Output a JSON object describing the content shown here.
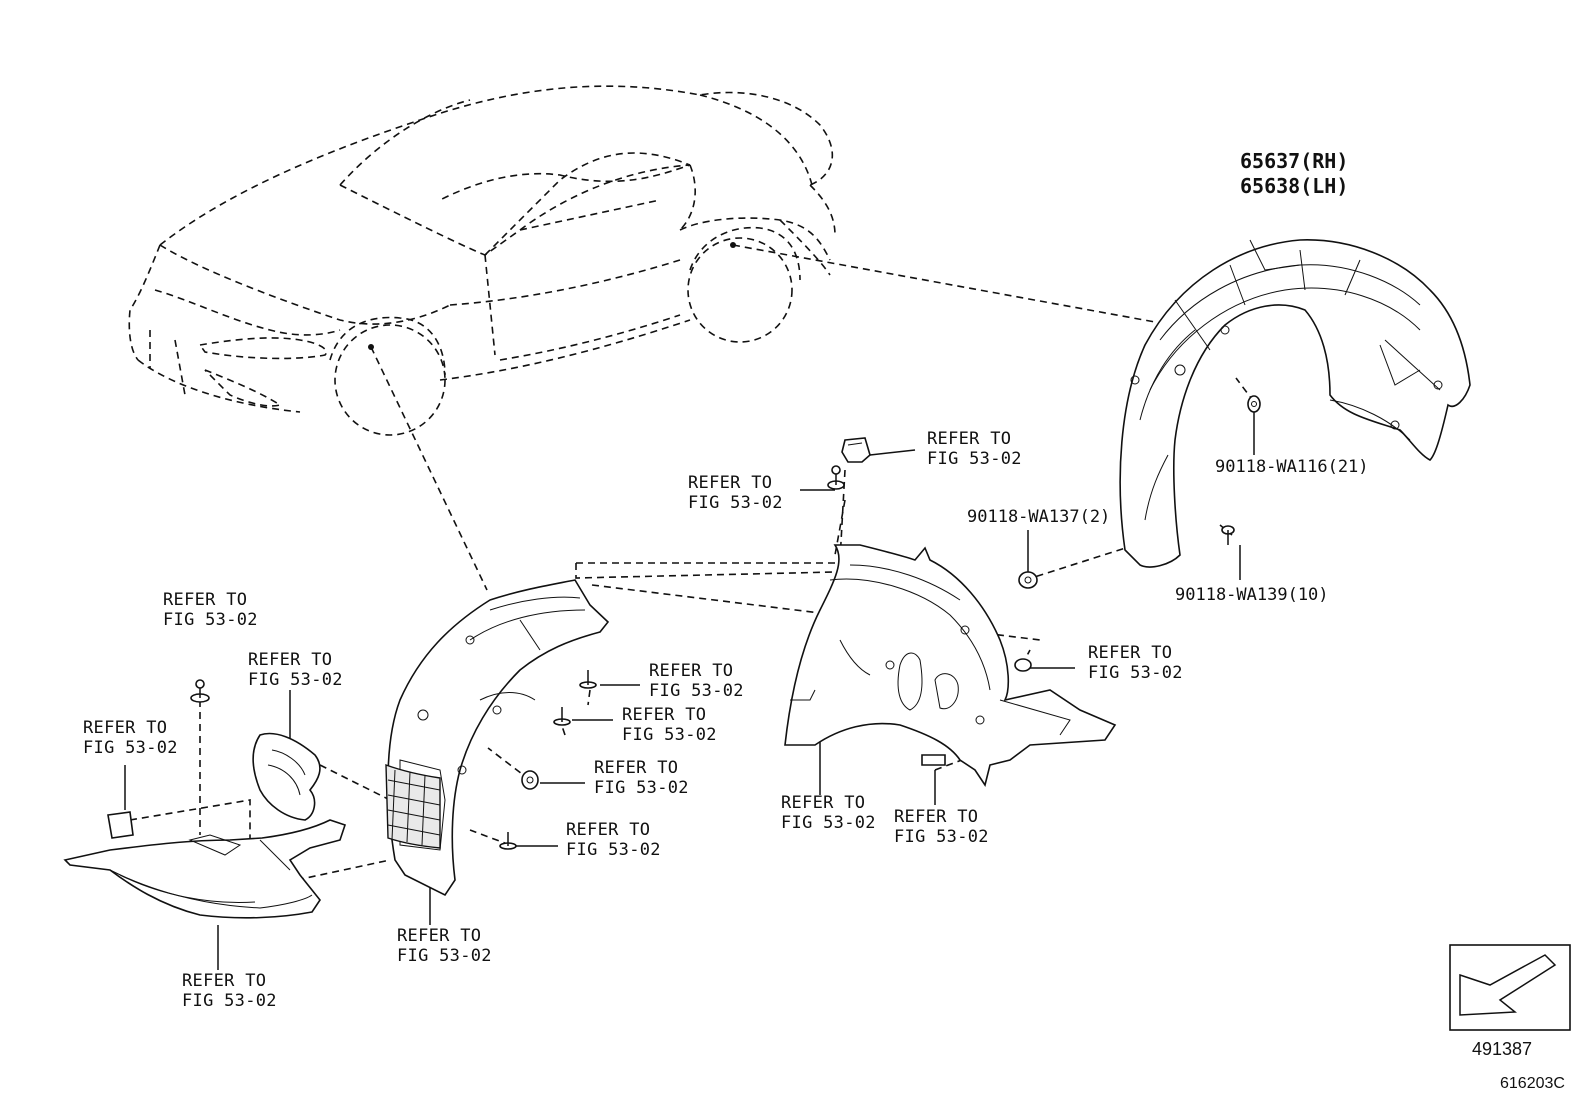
{
  "part_numbers": {
    "liner_rh": "65637(RH)",
    "liner_lh": "65638(LH)",
    "clip_wa116": "90118-WA116(21)",
    "clip_wa137": "90118-WA137(2)",
    "clip_wa139": "90118-WA139(10)"
  },
  "refer": {
    "line1": "REFER TO",
    "line2": "FIG 53-02"
  },
  "codes": {
    "illustration_ref": "491387",
    "figure_code": "616203C"
  }
}
